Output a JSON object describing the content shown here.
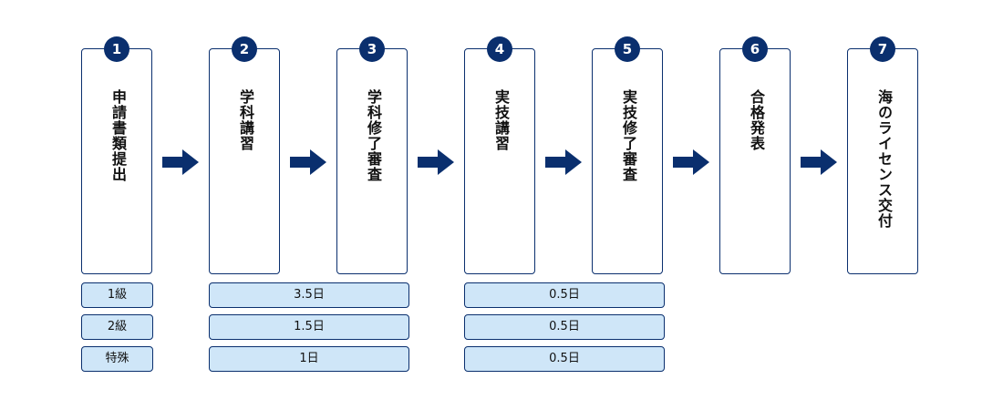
{
  "steps": [
    {
      "num": "1",
      "label": "申請書類提出"
    },
    {
      "num": "2",
      "label": "学科講習"
    },
    {
      "num": "3",
      "label": "学科修了審査"
    },
    {
      "num": "4",
      "label": "実技講習"
    },
    {
      "num": "5",
      "label": "実技修了審査"
    },
    {
      "num": "6",
      "label": "合格発表"
    },
    {
      "num": "7",
      "label": "海のライセンス交付"
    }
  ],
  "rows": [
    {
      "grade": "1級",
      "theory": "3.5日",
      "practical": "0.5日"
    },
    {
      "grade": "2級",
      "theory": "1.5日",
      "practical": "0.5日"
    },
    {
      "grade": "特殊",
      "theory": "1日",
      "practical": "0.5日"
    }
  ],
  "colors": {
    "primary": "#0a2f6e",
    "bar_fill": "#cfe6f8"
  }
}
